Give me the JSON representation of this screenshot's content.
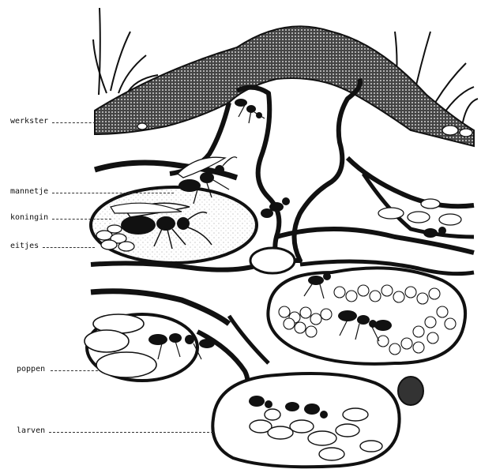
{
  "diagram": {
    "labels": {
      "werkster": "werkster",
      "mannetje": "mannetje",
      "koningin": "koningin",
      "eitjes": "eitjes",
      "poppen": "poppen",
      "larven": "larven"
    }
  },
  "colors": {
    "ink": "#111111",
    "paper": "#ffffff"
  }
}
